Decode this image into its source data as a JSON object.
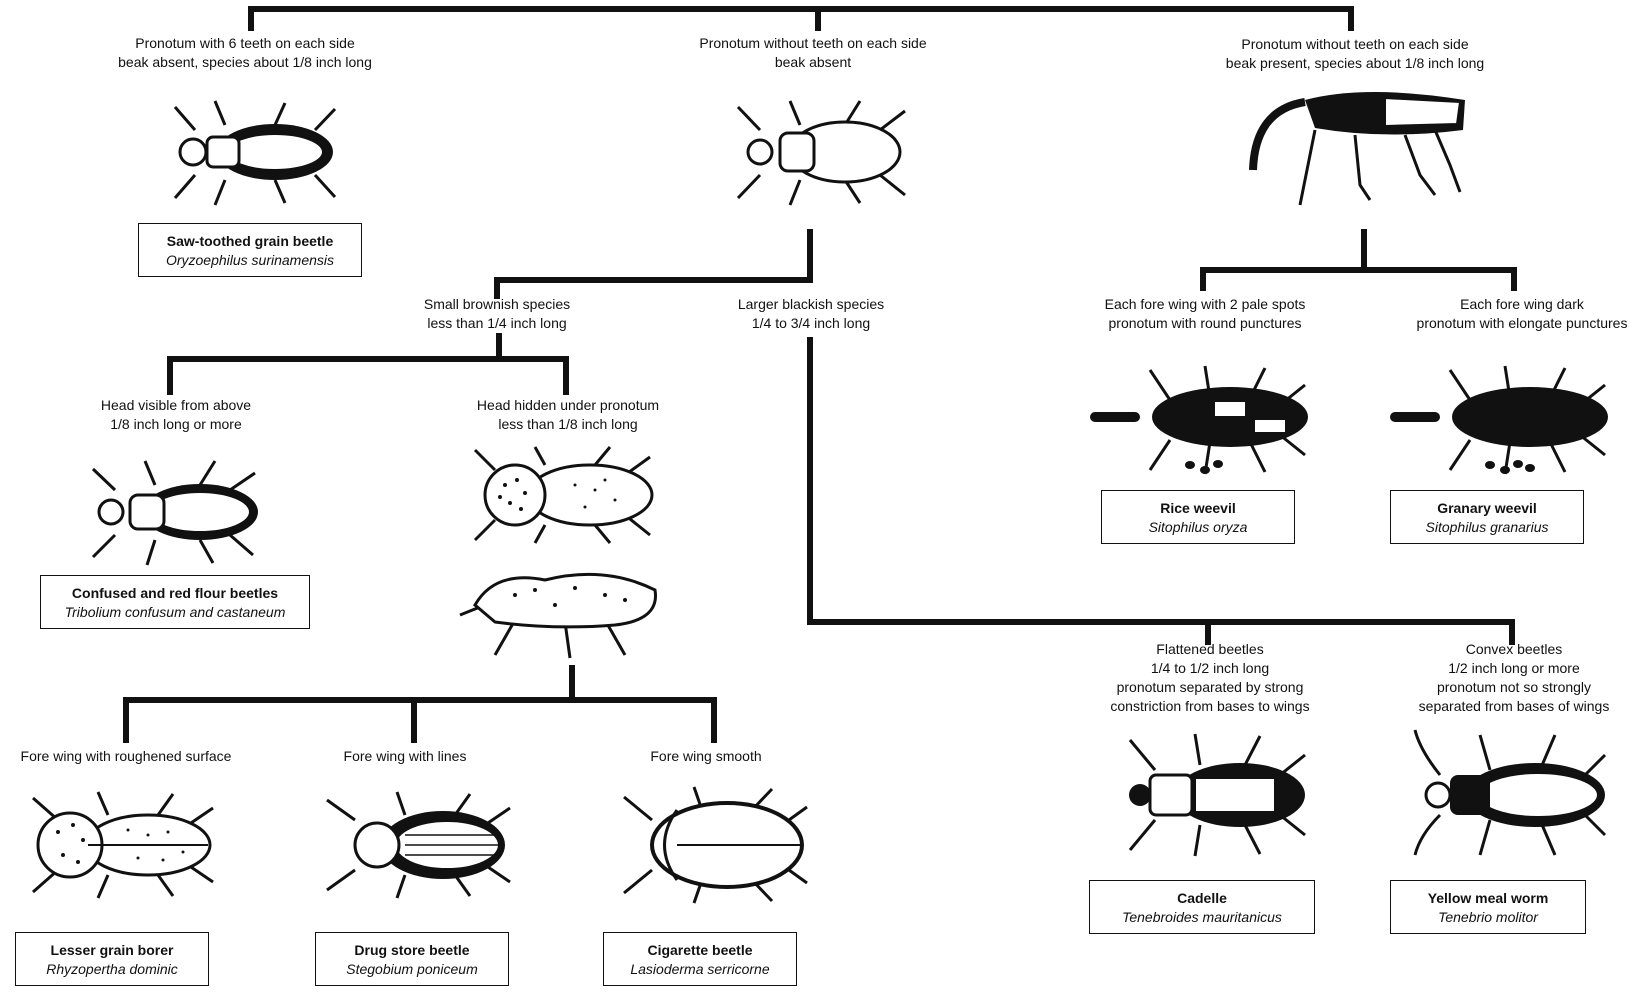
{
  "tree": {
    "top_left": {
      "lines": [
        "Pronotum with 6 teeth on each side",
        "beak absent, species about 1/8 inch long"
      ]
    },
    "top_mid": {
      "lines": [
        "Pronotum without teeth on each side",
        "beak absent"
      ]
    },
    "top_right": {
      "lines": [
        "Pronotum without teeth on each side",
        "beak present, species about 1/8 inch long"
      ]
    },
    "small_brownish": {
      "lines": [
        "Small brownish species",
        "less than 1/4 inch long"
      ]
    },
    "larger_blackish": {
      "lines": [
        "Larger blackish species",
        "1/4 to 3/4 inch long"
      ]
    },
    "head_visible": {
      "lines": [
        "Head visible from above",
        "1/8 inch long or more"
      ]
    },
    "head_hidden": {
      "lines": [
        "Head hidden under pronotum",
        "less than 1/8 inch long"
      ]
    },
    "fore_rough": {
      "lines": [
        "Fore wing with roughened surface"
      ]
    },
    "fore_lines": {
      "lines": [
        "Fore wing with lines"
      ]
    },
    "fore_smooth": {
      "lines": [
        "Fore wing smooth"
      ]
    },
    "two_pale_spots": {
      "lines": [
        "Each fore wing with 2 pale spots",
        "pronotum with round punctures"
      ]
    },
    "wing_dark": {
      "lines": [
        "Each fore wing dark",
        "pronotum with elongate punctures"
      ]
    },
    "flattened": {
      "lines": [
        "Flattened beetles",
        "1/4 to 1/2 inch long",
        "pronotum separated by strong",
        "constriction from bases to wings"
      ]
    },
    "convex": {
      "lines": [
        "Convex beetles",
        "1/2 inch long or more",
        "pronotum not so strongly",
        "separated from bases of wings"
      ]
    }
  },
  "species": {
    "saw_toothed": {
      "common": "Saw-toothed grain beetle",
      "scientific": "Oryzoephilus surinamensis"
    },
    "flour": {
      "common": "Confused and red flour beetles",
      "scientific": "Tribolium confusum and castaneum"
    },
    "rice_weevil": {
      "common": "Rice weevil",
      "scientific": "Sitophilus oryza"
    },
    "granary_weevil": {
      "common": "Granary weevil",
      "scientific": "Sitophilus granarius"
    },
    "lesser_grain": {
      "common": "Lesser grain borer",
      "scientific": "Rhyzopertha dominic"
    },
    "drug_store": {
      "common": "Drug store beetle",
      "scientific": "Stegobium poniceum"
    },
    "cigarette": {
      "common": "Cigarette beetle",
      "scientific": "Lasioderma serricorne"
    },
    "cadelle": {
      "common": "Cadelle",
      "scientific": "Tenebroides mauritanicus"
    },
    "meal_worm": {
      "common": "Yellow meal worm",
      "scientific": "Tenebrio molitor"
    }
  },
  "colors": {
    "ink": "#111111",
    "paper": "#ffffff"
  }
}
